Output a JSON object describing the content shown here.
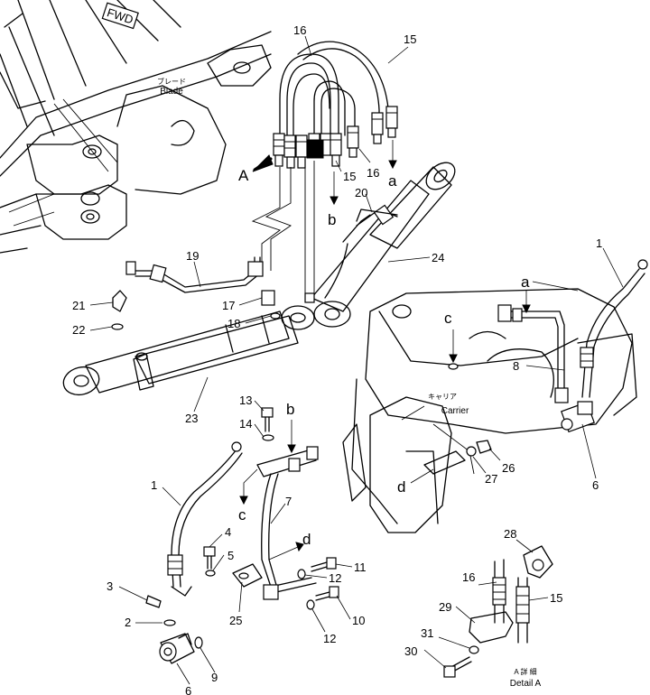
{
  "fwd_badge": "FWD",
  "blade_label_jp": "ブレード",
  "blade_label_en": "Blade",
  "carrier_label_jp": "キャリア",
  "carrier_label_en": "Carrier",
  "detail_label_jp": "A 詳 細",
  "detail_label_en": "Detail A",
  "view_arrow_label": "A",
  "connection_letters": {
    "a1": "a",
    "a2": "a",
    "b1": "b",
    "b2": "b",
    "c1": "c",
    "c2": "c",
    "d1": "d",
    "d2": "d"
  },
  "callouts": {
    "p1_top": "1",
    "p1_left": "1",
    "p2": "2",
    "p3": "3",
    "p4": "4",
    "p5": "5",
    "p6_right": "6",
    "p6_bottom": "6",
    "p7": "7",
    "p8": "8",
    "p9": "9",
    "p10": "10",
    "p11": "11",
    "p12_a": "12",
    "p12_b": "12",
    "p13": "13",
    "p14": "14",
    "p15_top": "15",
    "p15_mid": "15",
    "p15_detail": "15",
    "p16_top": "16",
    "p16_mid": "16",
    "p16_detail": "16",
    "p17": "17",
    "p18": "18",
    "p19": "19",
    "p20": "20",
    "p21": "21",
    "p22": "22",
    "p23": "23",
    "p24": "24",
    "p25": "25",
    "p26": "26",
    "p27": "27",
    "p28": "28",
    "p29": "29",
    "p30": "30",
    "p31": "31"
  }
}
